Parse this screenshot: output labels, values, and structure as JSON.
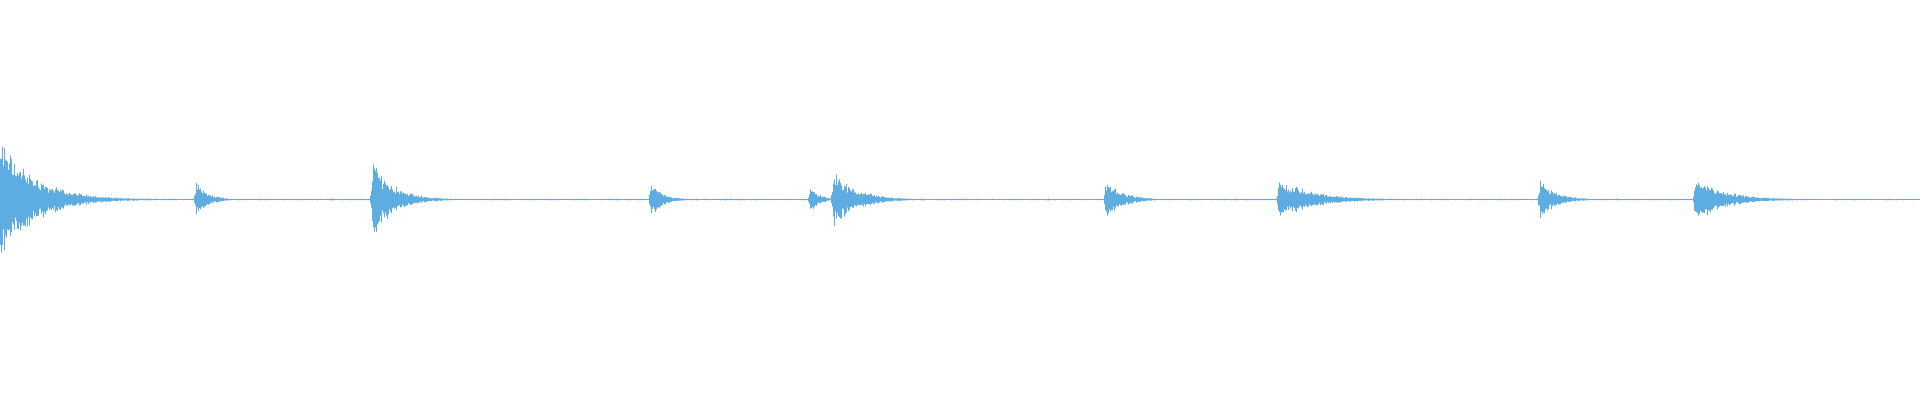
{
  "waveform": {
    "color": "#5dade2",
    "background": "#ffffff",
    "duration_fraction_visible": 1.0,
    "onsets": [
      {
        "t": 0.0,
        "amp": 0.33,
        "decay": 0.03
      },
      {
        "t": 0.102,
        "amp": 0.1,
        "decay": 0.01
      },
      {
        "t": 0.194,
        "amp": 0.21,
        "decay": 0.018
      },
      {
        "t": 0.339,
        "amp": 0.09,
        "decay": 0.01
      },
      {
        "t": 0.422,
        "amp": 0.07,
        "decay": 0.008
      },
      {
        "t": 0.434,
        "amp": 0.15,
        "decay": 0.02
      },
      {
        "t": 0.576,
        "amp": 0.11,
        "decay": 0.014
      },
      {
        "t": 0.666,
        "amp": 0.11,
        "decay": 0.03
      },
      {
        "t": 0.802,
        "amp": 0.1,
        "decay": 0.014
      },
      {
        "t": 0.883,
        "amp": 0.12,
        "decay": 0.026
      }
    ],
    "noise_floor": 0.003
  }
}
